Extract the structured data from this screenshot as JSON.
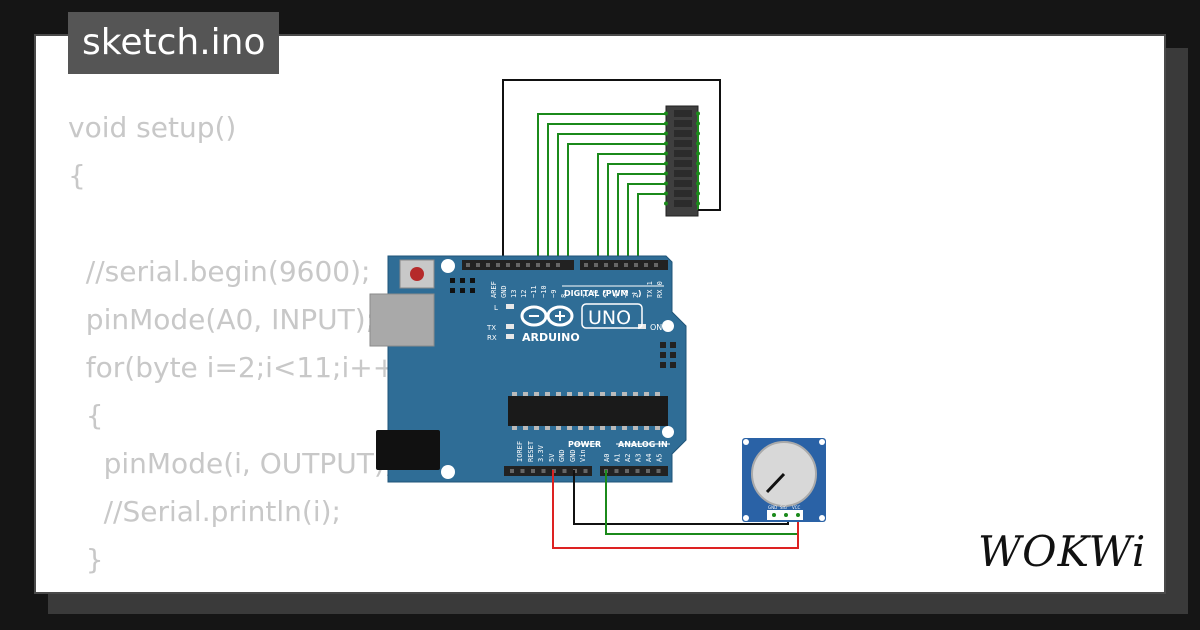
{
  "file_tab": {
    "name": "sketch.ino"
  },
  "code_lines": [
    "void setup()",
    "{",
    "",
    "  //serial.begin(9600);",
    "  pinMode(A0, INPUT);",
    "  for(byte i=2;i<11;i++)",
    "  {",
    "    pinMode(i, OUTPUT);",
    "    //Serial.println(i);",
    "  }"
  ],
  "arduino": {
    "model": "UNO",
    "brand": "ARDUINO",
    "digital_header": "DIGITAL (PWM ~)",
    "power_header": "POWER",
    "analog_header": "ANALOG IN",
    "on_label": "ON",
    "led_l": "L",
    "led_tx": "TX",
    "led_rx": "RX",
    "top_pins": [
      "AREF",
      "GND",
      "13",
      "12",
      "~11",
      "~10",
      "~9",
      "8",
      "7",
      "~6",
      "~5",
      "4",
      "~3",
      "2",
      "TX 1",
      "RX 0"
    ],
    "power_pins": [
      "IOREF",
      "RESET",
      "3.3V",
      "5V",
      "GND",
      "GND",
      "Vin"
    ],
    "analog_pins": [
      "A0",
      "A1",
      "A2",
      "A3",
      "A4",
      "A5"
    ]
  },
  "potentiometer": {
    "pins": [
      "GND",
      "SIG",
      "VCC"
    ]
  },
  "logo": {
    "text": "WOKWi"
  },
  "colors": {
    "board": "#2f6d96",
    "wire_signal": "#1b8a1b",
    "wire_ground": "#111111",
    "wire_power": "#dd2222",
    "led_bar": "#3f3f3f"
  }
}
